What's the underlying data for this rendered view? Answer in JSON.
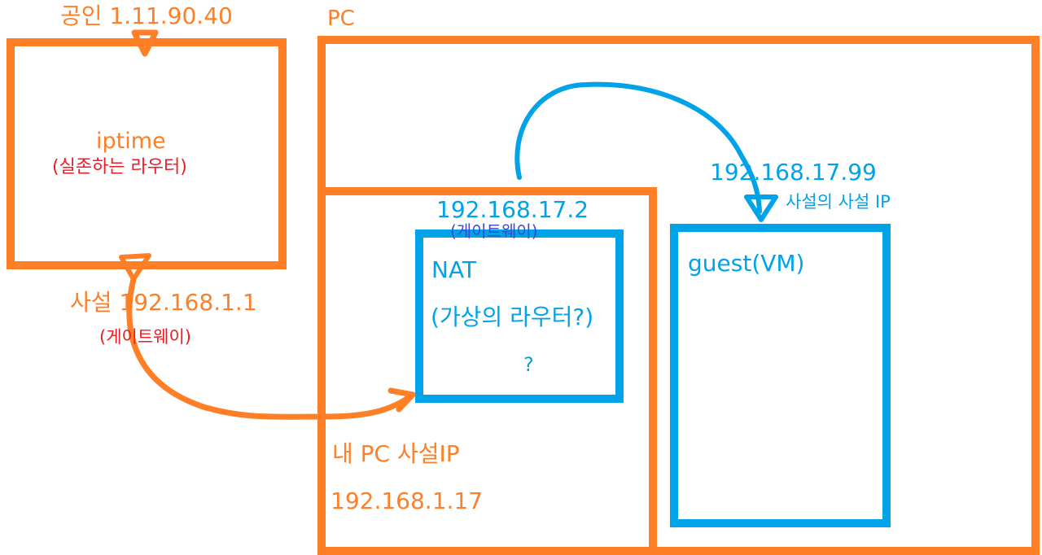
{
  "colors": {
    "orange": "#fe7f26",
    "red": "#ed1c24",
    "blue": "#00a2e8",
    "indigo": "#3f48cc",
    "background": "#ffffff"
  },
  "router": {
    "public_ip_label": "공인 1.11.90.40",
    "name": "iptime",
    "note": "(실존하는 라우터)",
    "private_ip_label": "사설 192.168.1.1",
    "gateway_note": "(게이트웨이)"
  },
  "pc": {
    "title": "PC",
    "host_private_ip_label": "내 PC 사설IP",
    "host_private_ip": "192.168.1.17"
  },
  "nat": {
    "ip": "192.168.17.2",
    "gateway_note": "(게이트웨이)",
    "name": "NAT",
    "description": "(가상의 라우터?)",
    "question": "?"
  },
  "guest": {
    "ip": "192.168.17.99",
    "ip_note": "사설의 사설 IP",
    "name": "guest(VM)"
  }
}
